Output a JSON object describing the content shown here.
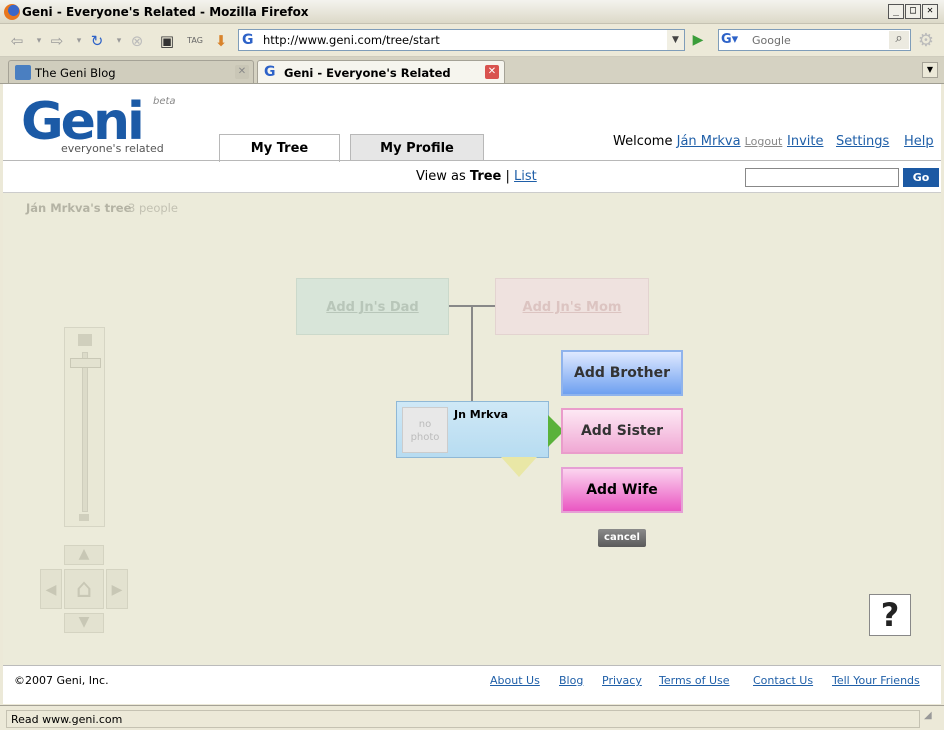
{
  "window": {
    "title": "Geni - Everyone's Related - Mozilla Firefox",
    "min": "_",
    "max": "□",
    "close": "✕"
  },
  "navbar": {
    "url": "http://www.geni.com/tree/start",
    "search_placeholder": "Google"
  },
  "tabs": [
    {
      "label": "The Geni Blog",
      "active": false
    },
    {
      "label": "Geni - Everyone's Related",
      "active": true
    }
  ],
  "header": {
    "logo": "Geni",
    "beta": "beta",
    "tagline": "everyone's related",
    "tab_tree": "My Tree",
    "tab_profile": "My Profile",
    "welcome": "Welcome",
    "user": "Ján Mrkva",
    "logout": "Logout",
    "invite": "Invite",
    "settings": "Settings",
    "help": "Help"
  },
  "viewbar": {
    "prefix": "View as",
    "tree": "Tree",
    "sep": "|",
    "list": "List",
    "go": "Go"
  },
  "tree": {
    "title": "Ján Mrkva's tree",
    "count": "3 people",
    "add_dad": "Add Jn's Dad",
    "add_mom": "Add Jn's Mom",
    "person_name": "Jn Mrkva",
    "no_photo": "no photo",
    "add_brother": "Add Brother",
    "add_sister": "Add Sister",
    "add_wife": "Add Wife",
    "cancel": "cancel",
    "help": "?"
  },
  "footer": {
    "copyright": "©2007 Geni, Inc.",
    "links": [
      "About Us",
      "Blog",
      "Privacy",
      "Terms of Use",
      "Contact Us",
      "Tell Your Friends"
    ]
  },
  "status": {
    "text": "Read www.geni.com"
  }
}
